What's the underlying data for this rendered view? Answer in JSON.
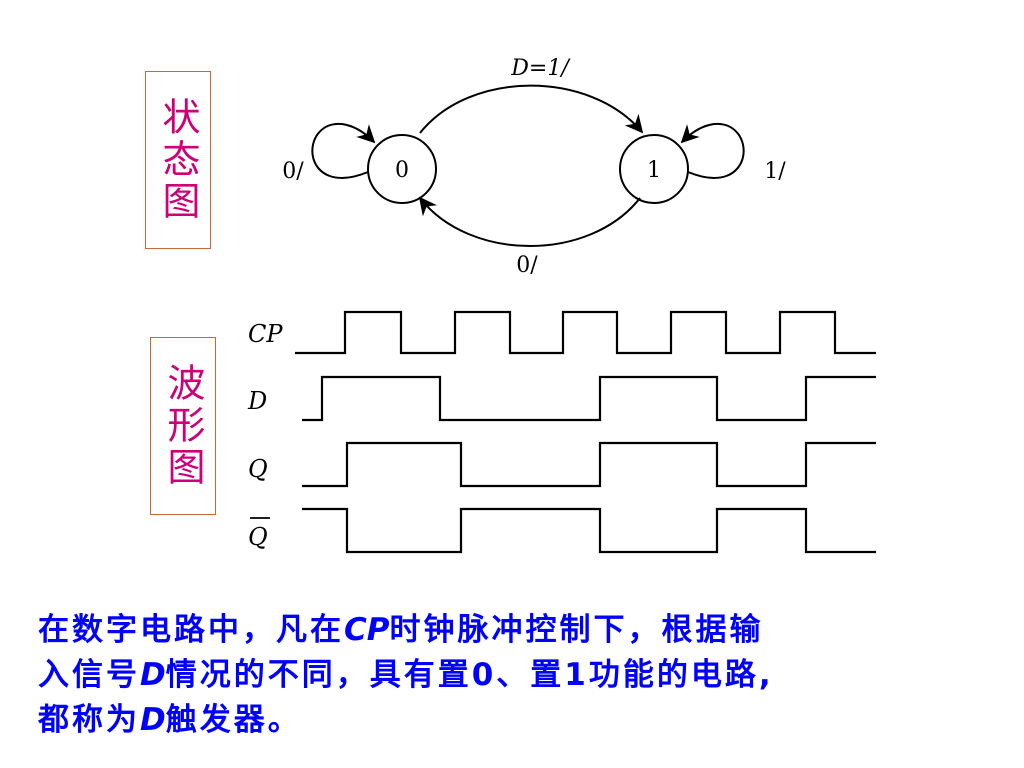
{
  "state_diagram": {
    "side_label": "状态图",
    "states": [
      "0",
      "1"
    ],
    "transitions": {
      "top_label": "D=1/",
      "bottom_label": "0/",
      "self_loop_left": "0/",
      "self_loop_right": "1/"
    }
  },
  "waveform": {
    "side_label": "波形图",
    "signals": [
      "CP",
      "D",
      "Q",
      "Q"
    ]
  },
  "caption": {
    "line1_a": "在数字电路中，凡在",
    "line1_em": "CP",
    "line1_b": "时钟脉冲控制下，根据输",
    "line2_a": "入信号",
    "line2_em": "D",
    "line2_b": "情况的不同，具有置0、置1功能的电路,",
    "line3_a": "都称为",
    "line3_em": "D",
    "line3_b": "触发器。"
  },
  "colors": {
    "side_label_text": "#cc0077",
    "side_label_border": "#c8693c",
    "caption_text": "#0000ff",
    "diagram_stroke": "#000000"
  }
}
